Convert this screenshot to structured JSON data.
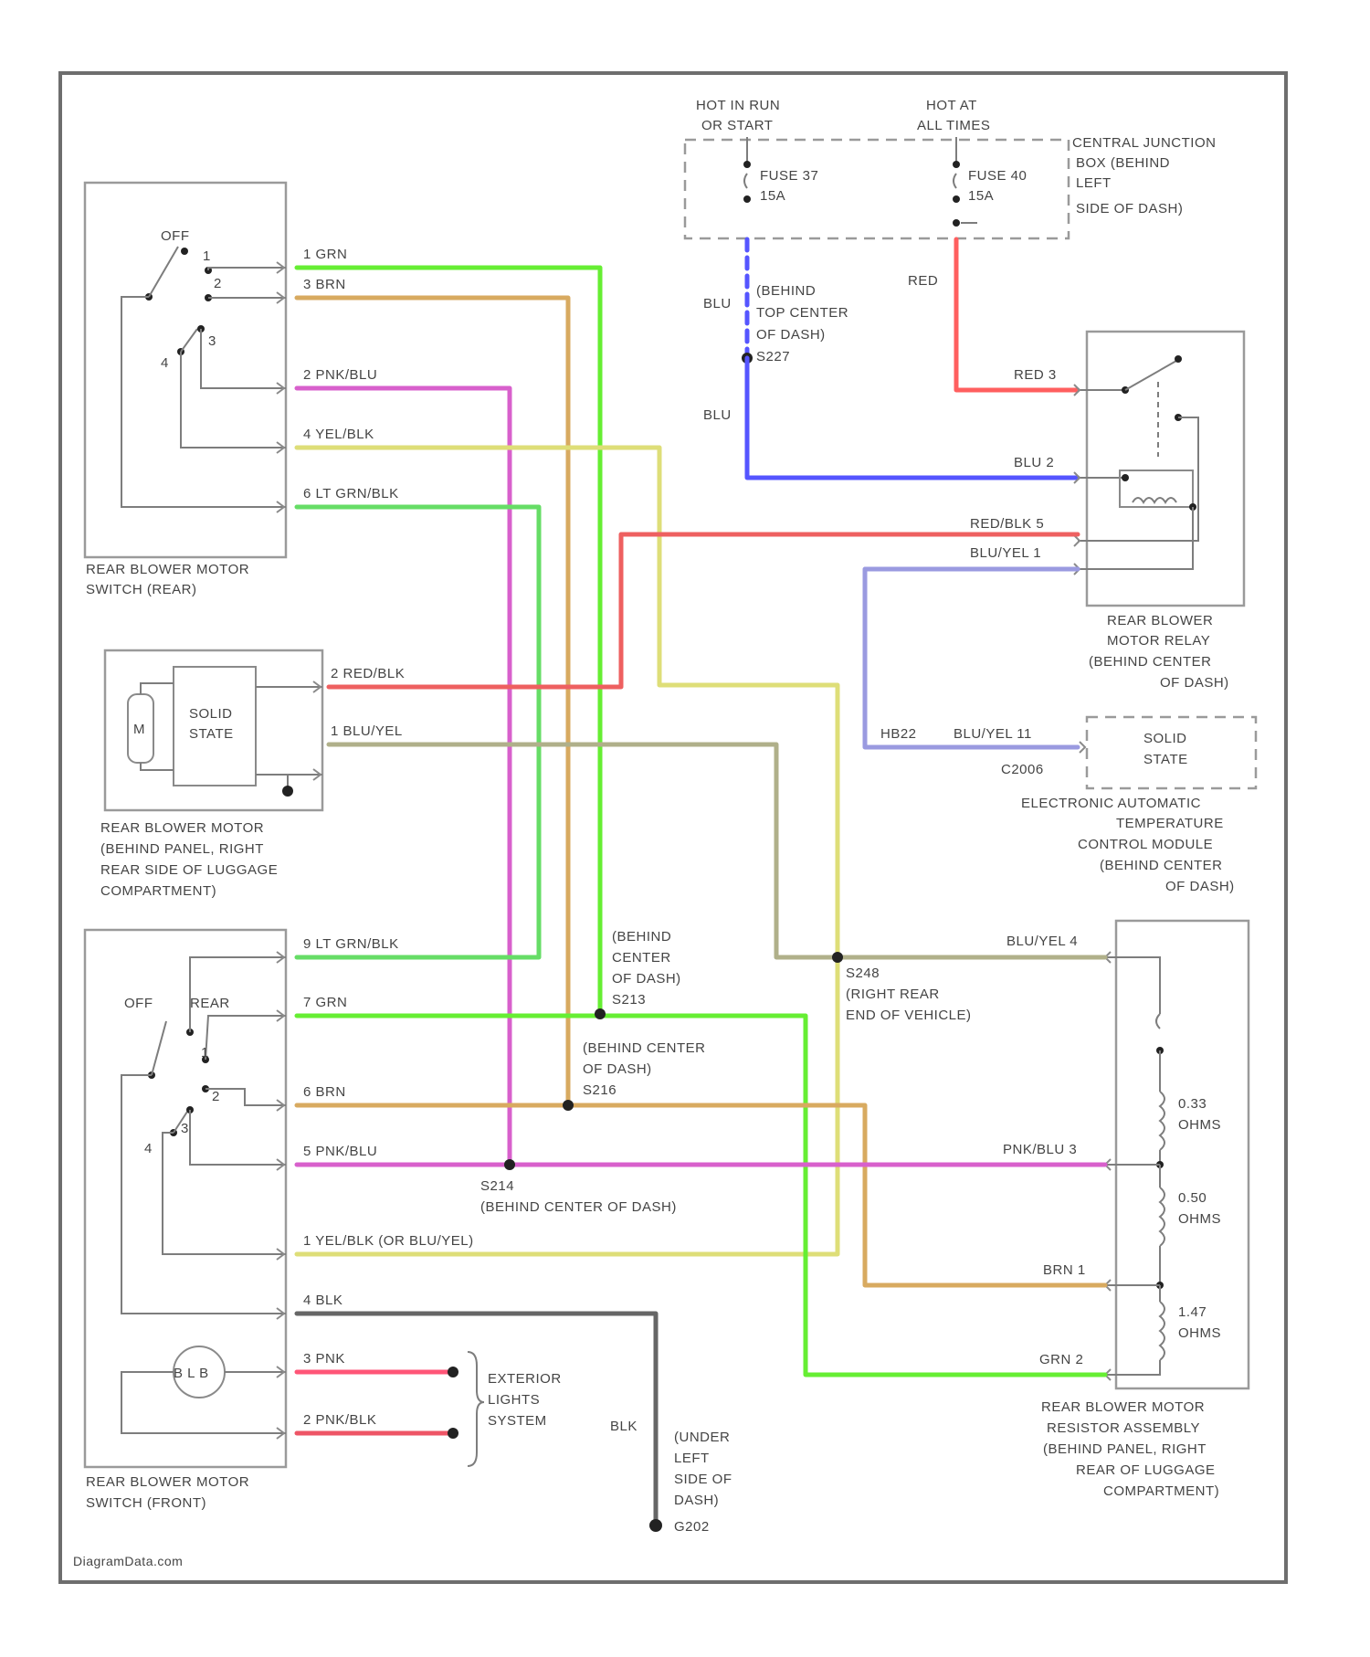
{
  "colors": {
    "GRN": "#66ee33",
    "BRN": "#d8aa60",
    "PNK_BLU": "#d860cc",
    "YEL_BLK": "#dede78",
    "LT_GRN_BLK": "#66dd66",
    "RED": "#ff5f5f",
    "RED_BLK": "#ee6060",
    "BLU": "#5555ff",
    "BLU_YEL": "#9a9ae0",
    "BLU_YEL_AUX": "#b0b08a",
    "BLK": "#666666",
    "PNK": "#ff5577",
    "PNK_BLK": "#ee5566"
  },
  "labels": {
    "hot_in_run_1": "HOT IN RUN",
    "hot_in_run_2": "OR START",
    "hot_at_all_1": "HOT AT",
    "hot_at_all_2": "ALL TIMES",
    "fuse37_1": "FUSE 37",
    "fuse37_2": "15A",
    "fuse40_1": "FUSE 40",
    "fuse40_2": "15A",
    "cjb_1": "CENTRAL JUNCTION",
    "cjb_2": "BOX (BEHIND",
    "cjb_3": "LEFT",
    "cjb_4": "SIDE OF DASH)",
    "s_top_1": "(BEHIND",
    "s_top_2": "TOP CENTER",
    "s_top_3": "OF DASH)",
    "s_top_4": "S227",
    "relay_1": "REAR BLOWER",
    "relay_2": "MOTOR RELAY",
    "relay_3": "(BEHIND CENTER",
    "relay_4": "OF DASH)",
    "sw_rear_1": "REAR BLOWER MOTOR",
    "sw_rear_2": "SWITCH (REAR)",
    "solid_state": "SOLID",
    "solid_state_2": "STATE",
    "motor_m": "M",
    "motor_1": "REAR BLOWER MOTOR",
    "motor_2": "(BEHIND PANEL, RIGHT",
    "motor_3": "REAR SIDE OF LUGGAGE",
    "motor_4": "COMPARTMENT)",
    "c2006": "C2006",
    "hb22": "HB22",
    "eatc_1": "ELECTRONIC AUTOMATIC",
    "eatc_2": "TEMPERATURE",
    "eatc_3": "CONTROL MODULE",
    "eatc_4": "(BEHIND CENTER",
    "eatc_5": "OF DASH)",
    "s213_1": "(BEHIND",
    "s213_2": "CENTER",
    "s213_3": "OF DASH)",
    "s213_4": "S213",
    "s216_1": "(BEHIND CENTER",
    "s216_2": "OF DASH)",
    "s216_3": "S216",
    "s248_1": "S248",
    "s248_2": "(RIGHT REAR",
    "s248_3": "END OF VEHICLE)",
    "s214_1": "S214",
    "s214_2": "(BEHIND CENTER OF DASH)",
    "res_1": "REAR BLOWER MOTOR",
    "res_2": "RESISTOR ASSEMBLY",
    "res_3": "(BEHIND PANEL, RIGHT",
    "res_4": "REAR OF LUGGAGE",
    "res_5": "COMPARTMENT)",
    "r1_1": "0.33",
    "r1_2": "OHMS",
    "r2_1": "0.50",
    "r2_2": "OHMS",
    "r3_1": "1.47",
    "r3_2": "OHMS",
    "ext_1": "EXTERIOR",
    "ext_2": "LIGHTS",
    "ext_3": "SYSTEM",
    "g_1": "(UNDER",
    "g_2": "LEFT",
    "g_3": "SIDE OF",
    "g_4": "DASH)",
    "g_5": "G202",
    "sw_front_1": "REAR BLOWER MOTOR",
    "sw_front_2": "SWITCH (FRONT)",
    "off": "OFF",
    "off2": "OFF",
    "rear": "REAR",
    "pos_1": "1",
    "pos_2": "2",
    "pos_3": "3",
    "pos_4": "4",
    "pos_1b": "1",
    "pos_2b": "2",
    "pos_3b": "3",
    "pos_4b": "4",
    "watermark": "DiagramData.com"
  },
  "wires": {
    "w1": "1  GRN",
    "w2": "3  BRN",
    "w3": "2  PNK/BLU",
    "w4": "4  YEL/BLK",
    "w5": "6  LT GRN/BLK",
    "w6": "2  RED/BLK",
    "w7": "1  BLU/YEL",
    "w8": "9  LT GRN/BLK",
    "w9": "7  GRN",
    "w10": "6  BRN",
    "w11": "5  PNK/BLU",
    "w12": "1  YEL/BLK (OR BLU/YEL)",
    "w13": "4  BLK",
    "w14": "3  PNK",
    "w15": "2  PNK/BLK",
    "r_red": "RED  3",
    "r_blu": "BLU  2",
    "r_redblk": "RED/BLK  5",
    "r_bluyel": "BLU/YEL  1",
    "e_bluyel": "BLU/YEL  11",
    "res_bluyel": "BLU/YEL  4",
    "res_pnkblu": "PNK/BLU  3",
    "res_brn": "BRN  1",
    "res_grn": "GRN  2",
    "red_label": "RED",
    "blu_label_1": "BLU",
    "blu_label_2": "BLU",
    "blk_label": "BLK"
  }
}
